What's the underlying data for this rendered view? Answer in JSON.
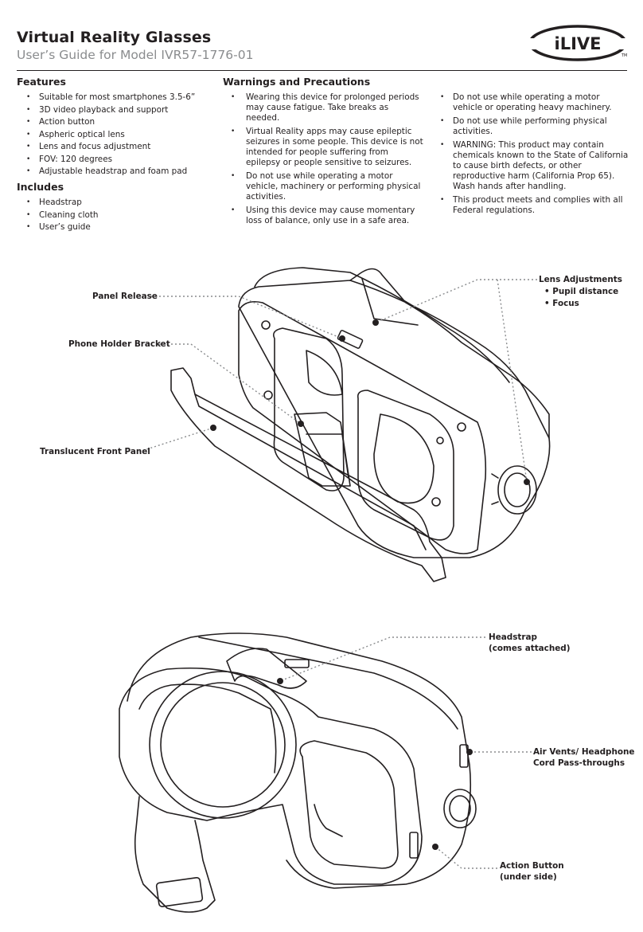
{
  "header": {
    "title": "Virtual Reality Glasses",
    "subtitle": "User’s Guide for Model IVR57-1776-01",
    "logo_text": "iLIVE",
    "logo_tm": "TM"
  },
  "features": {
    "title": "Features",
    "items": [
      "Suitable for most smartphones 3.5-6”",
      "3D video playback and support",
      "Action button",
      "Aspheric optical lens",
      "Lens and focus adjustment",
      "FOV: 120 degrees",
      "Adjustable headstrap and foam pad"
    ]
  },
  "includes": {
    "title": "Includes",
    "items": [
      "Headstrap",
      "Cleaning cloth",
      "User’s guide"
    ]
  },
  "warnings": {
    "title": "Warnings and Precautions",
    "column1": [
      "Wearing this device for prolonged periods may cause fatigue. Take breaks as needed.",
      "Virtual Reality apps may cause epileptic seizures in some people. This device is not intended for people suffering from epilepsy or people sensitive to seizures.",
      "Do not use while operating a motor vehicle, machinery or performing physical activities.",
      "Using this device may cause momentary loss of balance, only use in a safe area."
    ],
    "column2": [
      "Do not use while operating a motor vehicle or operating heavy machinery.",
      "Do not use while performing physical activities.",
      "WARNING: This product may contain chemicals known to the State of California to cause birth defects, or other reproductive harm (California Prop 65). Wash hands after handling.",
      "This product meets and complies with all Federal regulations."
    ]
  },
  "diagram1": {
    "labels": {
      "panel_release": "Panel Release",
      "phone_holder_bracket": "Phone Holder Bracket",
      "translucent_front_panel": "Translucent Front Panel",
      "lens_adjustments": "Lens Adjustments",
      "pupil_distance": "Pupil distance",
      "focus": "Focus"
    }
  },
  "diagram2": {
    "labels": {
      "headstrap_line1": "Headstrap",
      "headstrap_line2": "(comes attached)",
      "air_vents_line1": "Air Vents/ Headphone",
      "air_vents_line2": "Cord Pass-throughs",
      "action_button_line1": "Action Button",
      "action_button_line2": "(under side)"
    }
  }
}
